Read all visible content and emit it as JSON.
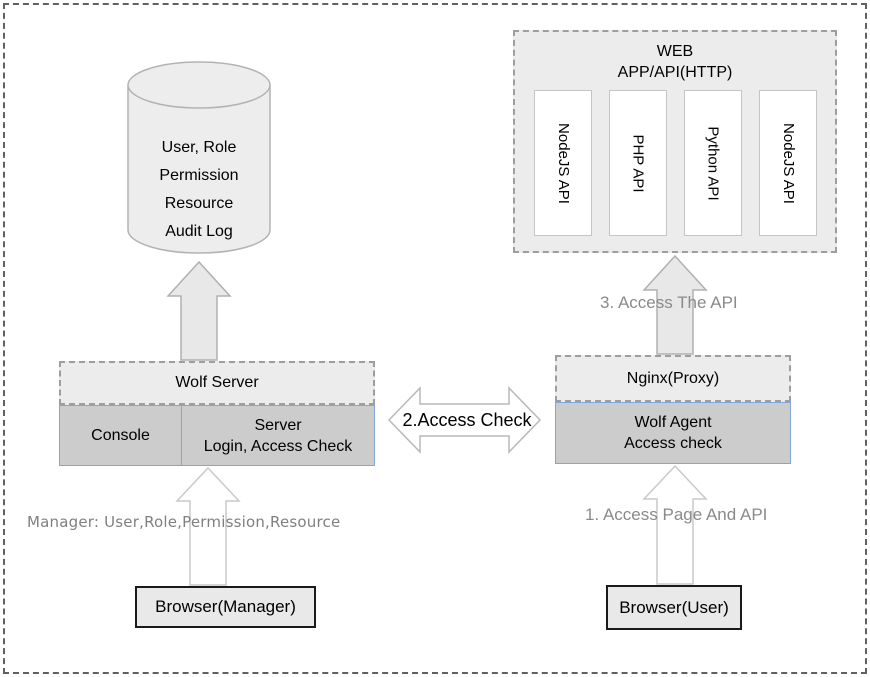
{
  "database": {
    "lines": [
      "User, Role",
      "Permission",
      "Resource",
      "Audit Log"
    ]
  },
  "web_group": {
    "title_line1": "WEB",
    "title_line2": "APP/API(HTTP)",
    "services": [
      "NodeJS API",
      "PHP API",
      "Python API",
      "NodeJS API"
    ]
  },
  "wolf_server": {
    "title": "Wolf Server",
    "console": "Console",
    "server_line1": "Server",
    "server_line2": "Login, Access Check"
  },
  "nginx": {
    "title": "Nginx(Proxy)",
    "cell_line1": "Wolf Agent",
    "cell_line2": "Access check"
  },
  "browsers": {
    "manager": "Browser(Manager)",
    "user": "Browser(User)"
  },
  "labels": {
    "manager_note": "Manager: User,Role,Permission,Resource",
    "step1": "1. Access Page And API",
    "step2": "2.Access Check",
    "step3": "3. Access The API"
  },
  "colors": {
    "panel_fill": "#ececec",
    "cell_fill": "#cccccc",
    "cell_border_blue": "#7ea6e0",
    "arrow_fill": "#e8e8e8",
    "arrow_stroke": "#b0b0b0",
    "note_gray": "#808080",
    "frame_dash": "#616161"
  }
}
